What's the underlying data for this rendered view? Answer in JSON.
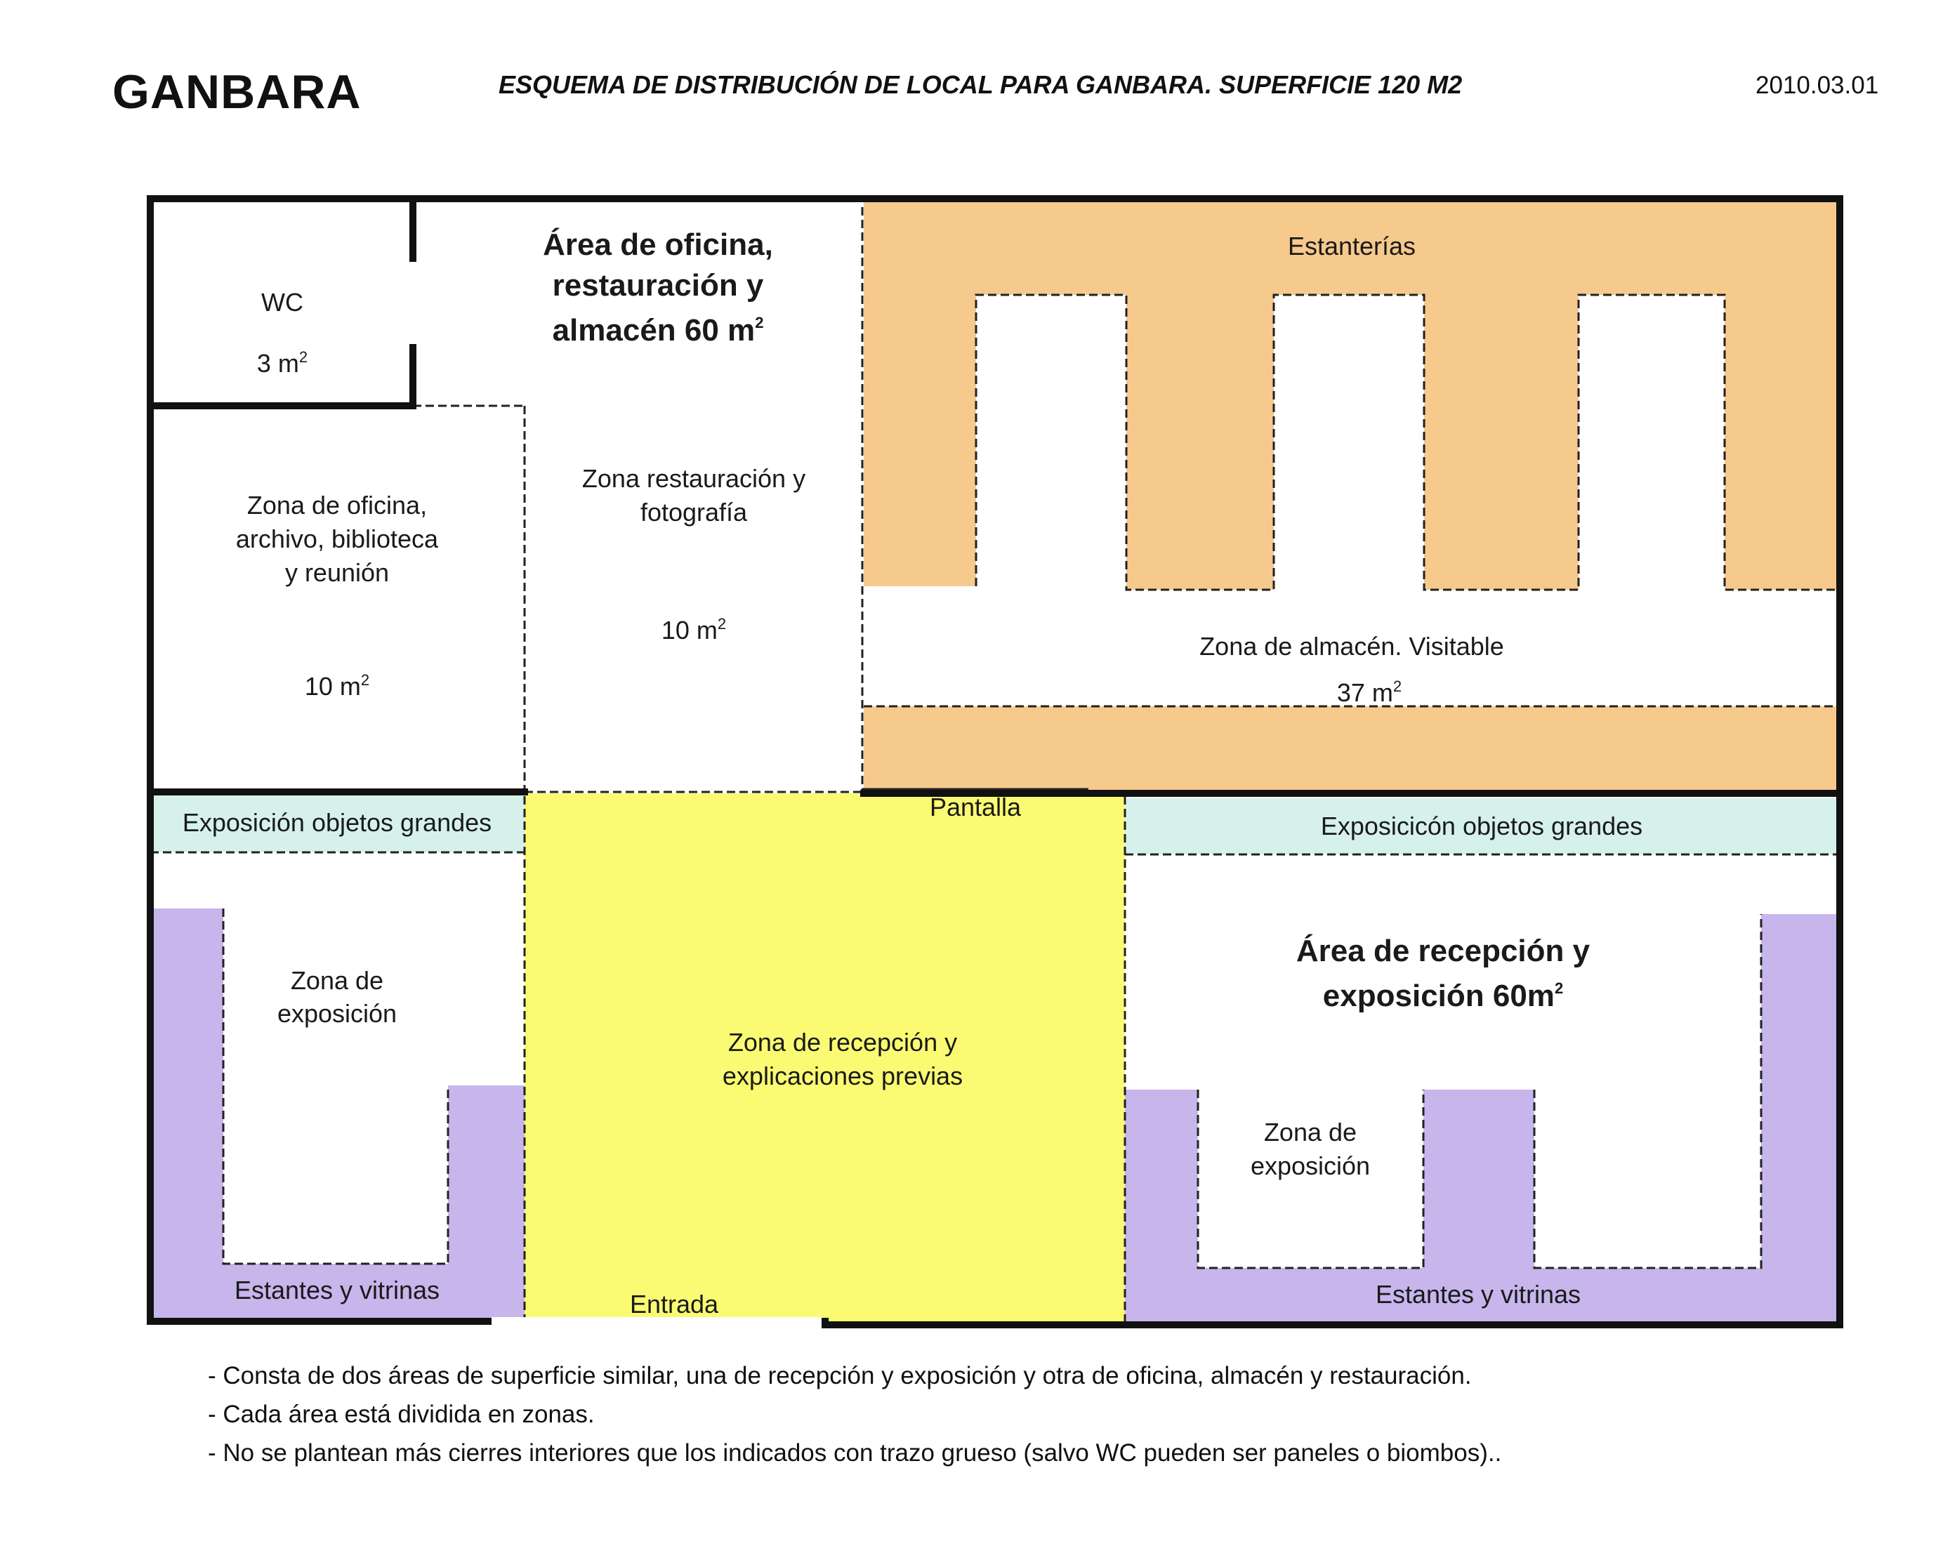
{
  "header": {
    "brand": "GANBARA",
    "title": "ESQUEMA DE DISTRIBUCIÓN DE LOCAL PARA GANBARA. SUPERFICIE 120 M2",
    "date": "2010.03.01"
  },
  "colors": {
    "storage": "#F6C98D",
    "exhibit_cyan": "#D6F1EC",
    "shelves_purple": "#C7B5EC",
    "reception_yellow": "#FBFB73",
    "wall": "#111111"
  },
  "plan": {
    "office_area": {
      "line1": "Área de oficina,",
      "line2": "restauración y",
      "line3": "almacén 60 m",
      "sup": "2"
    },
    "reception_area": {
      "line1": "Área de recepción y",
      "line2": "exposición 60m",
      "sup": "2"
    },
    "wc": {
      "label": "WC",
      "area": "3 m",
      "sup": "2"
    },
    "office_zone": {
      "line1": "Zona de oficina,",
      "line2": "archivo, biblioteca",
      "line3": "y reunión",
      "area": "10 m",
      "sup": "2"
    },
    "restoration_zone": {
      "line1": "Zona restauración y",
      "line2": "fotografía",
      "area": "10 m",
      "sup": "2"
    },
    "shelving": "Estanterías",
    "storage_zone": {
      "label": "Zona de almacén. Visitable",
      "area": "37 m",
      "sup": "2"
    },
    "screen": "Pantalla",
    "large_objects_left": "Exposición objetos grandes",
    "large_objects_right": "Exposicicón objetos grandes",
    "exhibit_left": {
      "line1": "Zona de",
      "line2": "exposición"
    },
    "exhibit_right": {
      "line1": "Zona de",
      "line2": "exposición"
    },
    "reception_zone": {
      "line1": "Zona de recepción y",
      "line2": "explicaciones previas"
    },
    "shelves_left": "Estantes y vitrinas",
    "shelves_right": "Estantes y vitrinas",
    "entrance": "Entrada"
  },
  "notes": [
    "- Consta de dos áreas de superficie similar, una de recepción y exposición y otra de oficina, almacén y restauración.",
    "- Cada área está dividida en zonas.",
    "- No se plantean más cierres interiores que los indicados con trazo grueso (salvo WC pueden ser paneles o biombos).."
  ]
}
